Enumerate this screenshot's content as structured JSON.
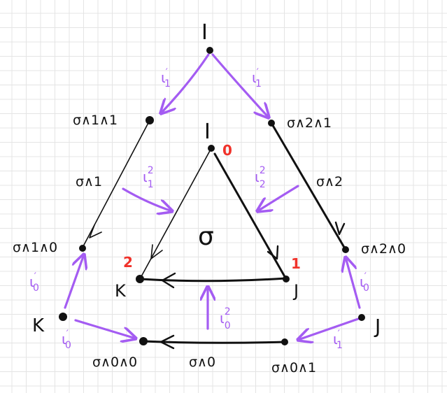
{
  "diagram": {
    "outer_top": "I",
    "outer_left": "K",
    "outer_right": "J",
    "inner_top": "I",
    "inner_left": "K",
    "inner_right": "J",
    "inner_top_index": "0",
    "inner_right_index": "1",
    "inner_left_index": "2",
    "center": "σ",
    "nodes": {
      "s11": "σ∧1∧1",
      "s21": "σ∧2∧1",
      "s10": "σ∧1∧0",
      "s20": "σ∧2∧0",
      "s00": "σ∧0∧0",
      "s01": "σ∧0∧1"
    },
    "edges": {
      "left": "σ∧1",
      "right": "σ∧2",
      "bottom": "σ∧0"
    },
    "maps": {
      "top_left": {
        "base": "ι",
        "sup": "′",
        "sub": "1"
      },
      "top_right": {
        "base": "ι",
        "sup": "′",
        "sub": "1"
      },
      "inner_1": {
        "base": "ι",
        "sup": "2",
        "sub": "1"
      },
      "inner_2": {
        "base": "ι",
        "sup": "2",
        "sub": "2"
      },
      "inner_0": {
        "base": "ι",
        "sup": "2",
        "sub": "0"
      },
      "left_up": {
        "base": "ι",
        "sup": "′",
        "sub": "0"
      },
      "left_down": {
        "base": "ι",
        "sup": "′",
        "sub": "0"
      },
      "right_up": {
        "base": "ι",
        "sup": "′",
        "sub": "0"
      },
      "right_down": {
        "base": "ι",
        "sup": "′",
        "sub": "1"
      }
    },
    "colors": {
      "map": "#a45cf2",
      "index": "#f0322a",
      "ink": "#111111"
    }
  }
}
